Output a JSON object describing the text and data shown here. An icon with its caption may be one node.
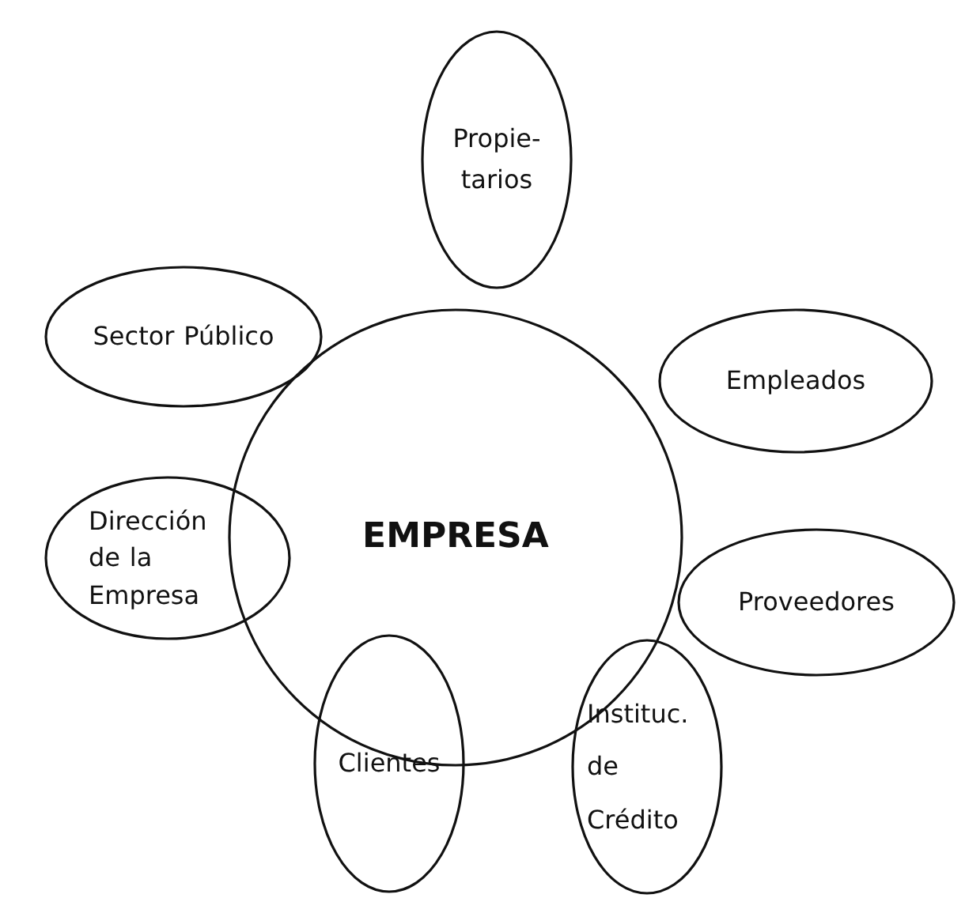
{
  "diagram": {
    "nodes": [
      {
        "text": [
          "EMPRESA"
        ]
      },
      {
        "text": [
          "Propie-tarios"
        ]
      },
      {
        "text": [
          "Sector Público"
        ]
      },
      {
        "text": [
          "Empleados"
        ]
      },
      {
        "text": [
          "Dirección de la Empresa"
        ]
      },
      {
        "text": [
          "Proveedores"
        ]
      },
      {
        "text": [
          "Clientes"
        ]
      },
      {
        "text": [
          "Instituc. de Crédito"
        ]
      }
    ]
  }
}
